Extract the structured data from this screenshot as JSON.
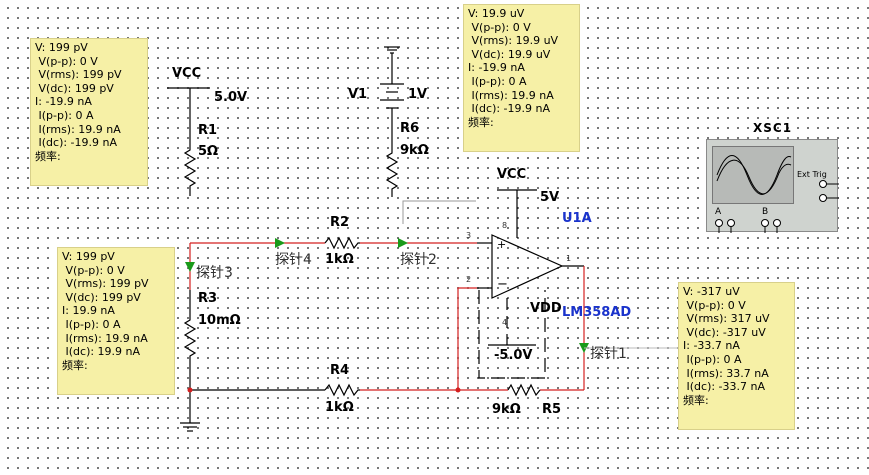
{
  "probes": [
    {
      "name": "probe-box-left-top",
      "lines": [
        "V: 199 pV",
        " V(p-p): 0 V",
        " V(rms): 199 pV",
        " V(dc): 199 pV",
        "I: -19.9 nA",
        " I(p-p): 0 A",
        " I(rms): 19.9 nA",
        " I(dc): -19.9 nA",
        "频率:"
      ]
    },
    {
      "name": "probe-box-top-center",
      "lines": [
        "V: 19.9 uV",
        " V(p-p): 0 V",
        " V(rms): 19.9 uV",
        " V(dc): 19.9 uV",
        "I: -19.9 nA",
        " I(p-p): 0 A",
        " I(rms): 19.9 nA",
        " I(dc): -19.9 nA",
        "频率:"
      ]
    },
    {
      "name": "probe-box-left-bottom",
      "lines": [
        "V: 199 pV",
        " V(p-p): 0 V",
        " V(rms): 199 pV",
        " V(dc): 199 pV",
        "I: 19.9 nA",
        " I(p-p): 0 A",
        " I(rms): 19.9 nA",
        " I(dc): 19.9 nA",
        "频率:"
      ]
    },
    {
      "name": "probe-box-right",
      "lines": [
        "V: -317 uV",
        " V(p-p): 0 V",
        " V(rms): 317 uV",
        " V(dc): -317 uV",
        "I: -33.7 nA",
        " I(p-p): 0 A",
        " I(rms): 33.7 nA",
        " I(dc): -33.7 nA",
        "频率:"
      ]
    }
  ],
  "labels": {
    "vcc_top": "VCC",
    "vcc_top_value": "5.0V",
    "r1_name": "R1",
    "r1_value": "5Ω",
    "v1_name": "V1",
    "v1_value": "1V",
    "r6_name": "R6",
    "r6_value": "9kΩ",
    "vcc_opamp": "VCC",
    "vcc_opamp_value": "5V",
    "u1a": "U1A",
    "r2_name": "R2",
    "r2_value": "1kΩ",
    "r3_name": "R3",
    "r3_value": "10mΩ",
    "vdd": "VDD",
    "lm358": "LM358AD",
    "vdd_value": "-5.0V",
    "r4_name": "R4",
    "r4_value": "1kΩ",
    "r5_value": "9kΩ",
    "r5_name": "R5",
    "pin3": "3",
    "pin2": "2",
    "pin1": "1",
    "pin8": "8",
    "pin4": "4",
    "xsc1": "XSC1",
    "ext_trig": "Ext Trig",
    "chan_a": "A",
    "chan_b": "B"
  },
  "probe_markers": [
    "探针1",
    "探针2",
    "探针3",
    "探针4"
  ],
  "colors": {
    "wire_red": "#d42020",
    "probe_bg": "#f6f0a6",
    "probe_arrow": "#1a9a1a",
    "label_blue": "#1a33cc"
  }
}
